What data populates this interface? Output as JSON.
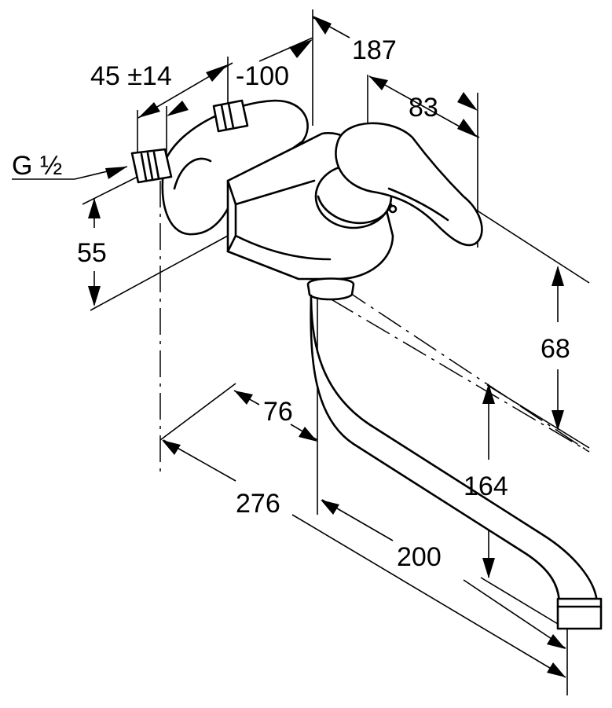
{
  "dimensions": {
    "thread": "G ½",
    "offset": "45 ±14",
    "body_length": "-100",
    "total_depth": "187",
    "handle": "83",
    "inlet_height": "55",
    "spout_rise": "68",
    "spout_height": "164",
    "spout_offset": "76",
    "total_reach": "276",
    "spout_reach": "200"
  }
}
